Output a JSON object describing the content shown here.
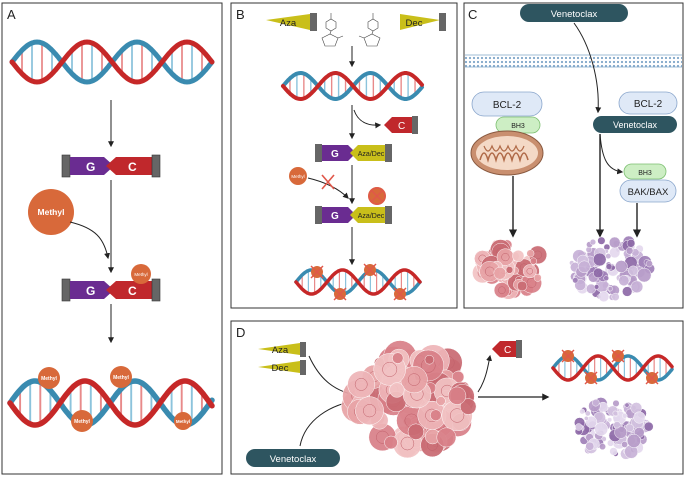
{
  "panels": {
    "a": {
      "letter": "A"
    },
    "b": {
      "letter": "B"
    },
    "c": {
      "letter": "C"
    },
    "d": {
      "letter": "D"
    }
  },
  "bases": {
    "g": "G",
    "c": "C",
    "aza_dec": "Aza/Dec"
  },
  "labels": {
    "methyl": "Methyl",
    "aza": "Aza",
    "dec": "Dec",
    "venetoclax": "Venetoclax",
    "bcl2": "BCL-2",
    "bh3": "BH3",
    "bak_bax": "BAK/BAX"
  },
  "colors": {
    "dna_red": "#c62828",
    "dna_blue": "#3a8bb0",
    "guanine_purple": "#6a2c91",
    "cytosine_red": "#c0282c",
    "drug_yellow": "#c9bf1a",
    "methyl_orange": "#d8693a",
    "venetoclax_teal": "#2e5560",
    "bcl2_blue": "#dfe9f7",
    "bh3_green": "#cdeec4",
    "mito_brown": "#c98f6f",
    "dead_cell_purple": "#b79cc9",
    "live_cell_pink": "#e8a3a6"
  },
  "icons": [
    "flask-icon",
    "cross-icon",
    "mitochondrion-icon",
    "cell-cluster-icon",
    "nucleoside-structure-icon"
  ]
}
